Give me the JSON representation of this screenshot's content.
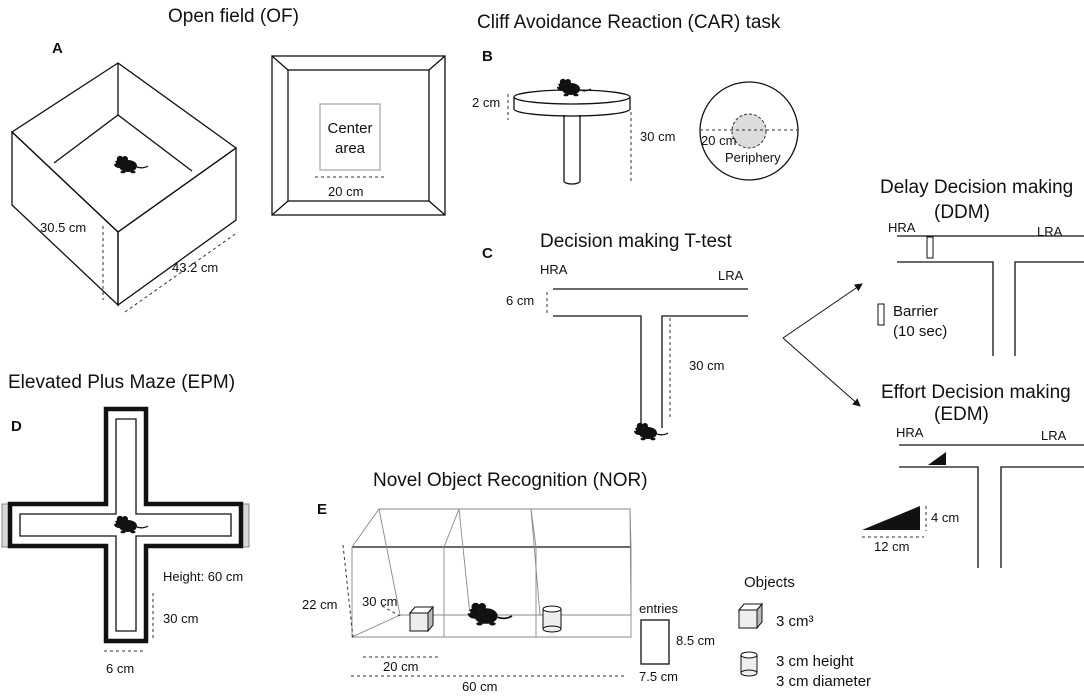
{
  "panels": {
    "A": {
      "letter": "A",
      "title": "Open field (OF)",
      "height_label": "30.5 cm",
      "length_label": "43.2 cm",
      "center_label_1": "Center",
      "center_label_2": "area",
      "center_size_label": "20 cm"
    },
    "B": {
      "letter": "B",
      "title": "Cliff Avoidance Reaction (CAR) task",
      "platform_thickness_label": "2 cm",
      "height_label": "30 cm",
      "center_diameter_label": "20 cm",
      "periphery_label": "Periphery"
    },
    "C": {
      "letter": "C",
      "title": "Decision making T-test",
      "hra_label": "HRA",
      "lra_label": "LRA",
      "width_label": "6 cm",
      "stem_label": "30 cm"
    },
    "DDM": {
      "title_1": "Delay Decision making",
      "title_2": "(DDM)",
      "hra_label": "HRA",
      "lra_label": "LRA",
      "barrier_label_1": "Barrier",
      "barrier_label_2": "(10 sec)"
    },
    "EDM": {
      "title_1": "Effort Decision making",
      "title_2": "(EDM)",
      "hra_label": "HRA",
      "lra_label": "LRA",
      "ramp_height_label": "4 cm",
      "ramp_length_label": "12 cm"
    },
    "D": {
      "letter": "D",
      "title": "Elevated Plus Maze (EPM)",
      "height_label": "Height: 60 cm",
      "arm_length_label": "30 cm",
      "arm_width_label": "6 cm"
    },
    "E": {
      "letter": "E",
      "title": "Novel Object Recognition (NOR)",
      "height_label": "22 cm",
      "depth_label": "30 cm",
      "chamber_label": "20 cm",
      "total_length_label": "60 cm",
      "entries_label": "entries",
      "entry_height_label": "8.5 cm",
      "entry_width_label": "7.5 cm",
      "objects_heading": "Objects",
      "cube_label": "3 cm³",
      "cylinder_label_1": "3 cm height",
      "cylinder_label_2": "3 cm diameter"
    }
  },
  "colors": {
    "ink": "#111111",
    "wall_fill": "#d8d8d8",
    "center_zone": "#dcdcdc"
  }
}
